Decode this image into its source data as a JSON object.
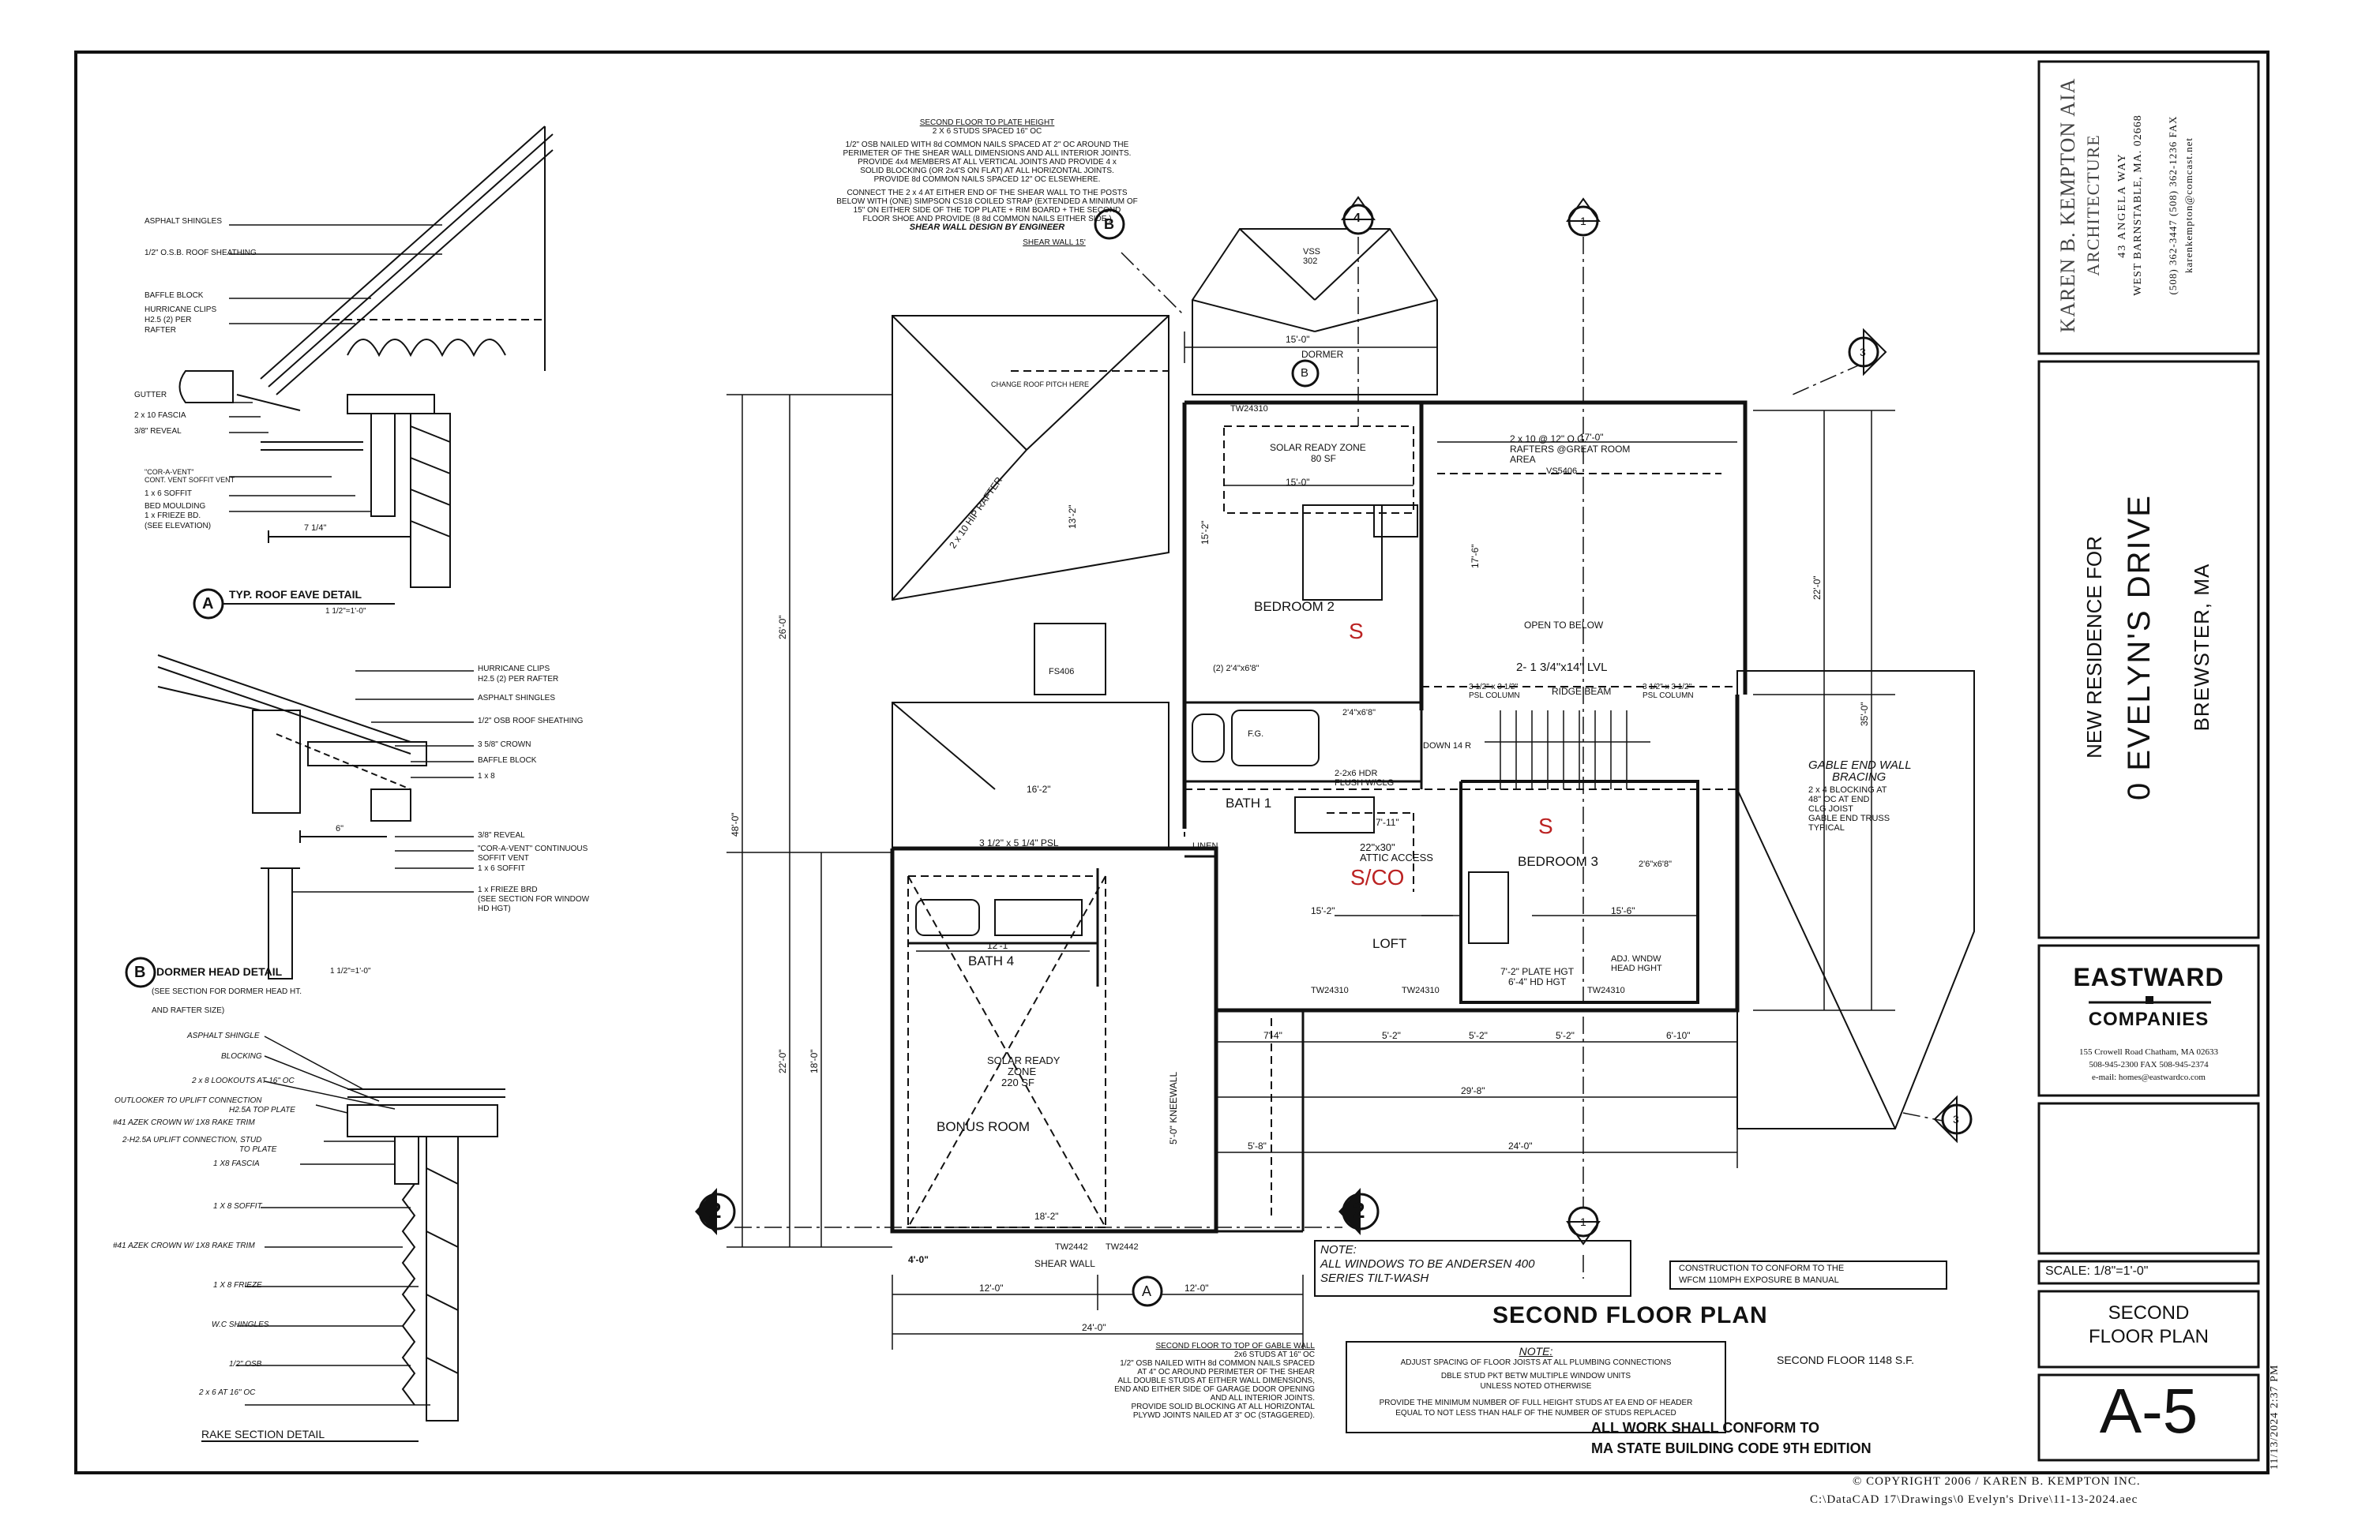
{
  "architect": {
    "name": "KAREN B. KEMPTON AIA",
    "firm": "ARCHITECTURE",
    "street": "43 ANGELA WAY",
    "city": "WEST BARNSTABLE, MA. 02668",
    "phone": "(508) 362-3447 (508) 362-1236 FAX",
    "email": "karenkempton@comcast.net"
  },
  "project": {
    "line1": "NEW RESIDENCE FOR",
    "line2": "0 EVELYN'S DRIVE",
    "line3": "BREWSTER, MA"
  },
  "builder": {
    "name1": "EASTWARD",
    "name2": "COMPANIES",
    "address": "155 Crowell Road  Chatham, MA 02633",
    "phone": "508-945-2300      FAX 508-945-2374",
    "email": "e-mail: homes@eastwardco.com"
  },
  "scale": "SCALE:  1/8\"=1'-0\"",
  "sheet_title": [
    "SECOND",
    "FLOOR PLAN"
  ],
  "sheet_number": "A-5",
  "date_stamp": "11/13/2024 2:37 PM",
  "footer": {
    "copyright": "© COPYRIGHT  2006 / KAREN B. KEMPTON INC.",
    "path": "C:\\DataCAD 17\\Drawings\\0 Evelyn's Drive\\11-13-2024.aec"
  },
  "plan": {
    "title": "SECOND FLOOR PLAN",
    "area": "SECOND FLOOR 1148 S.F.",
    "code1": "ALL WORK SHALL CONFORM TO",
    "code2": "MA STATE BUILDING CODE 9TH EDITION",
    "windows_note": [
      "NOTE:",
      "ALL WINDOWS TO BE ANDERSEN 400",
      "SERIES TILT-WASH"
    ],
    "wind_note": [
      "CONSTRUCTION TO CONFORM TO THE",
      "WFCM 110MPH EXPOSURE B MANUAL"
    ],
    "general_note": [
      "NOTE:",
      "ADJUST SPACING OF FLOOR JOISTS AT ALL PLUMBING CONNECTIONS",
      "DBLE STUD PKT BETW MULTIPLE WINDOW UNITS",
      "UNLESS NOTED OTHERWISE",
      "PROVIDE THE MINIMUM NUMBER OF FULL HEIGHT STUDS AT EA END OF HEADER",
      "EQUAL TO NOT LESS THAN HALF OF THE NUMBER OF STUDS REPLACED"
    ],
    "shear_top": [
      "SECOND FLOOR TO PLATE HEIGHT",
      "2 X 6 STUDS SPACED 16\" OC",
      "1/2\" OSB NAILED WITH 8d COMMON NAILS SPACED AT 2\" OC AROUND THE",
      "PERIMETER OF THE SHEAR WALL DIMENSIONS AND ALL INTERIOR JOINTS.",
      "PROVIDE 4x4 MEMBERS AT ALL VERTICAL JOINTS AND PROVIDE 4 x",
      "SOLID BLOCKING (OR 2x4'S ON FLAT) AT ALL HORIZONTAL JOINTS.",
      "PROVIDE 8d COMMON NAILS SPACED 12\" OC ELSEWHERE.",
      "CONNECT THE 2 x 4 AT EITHER END OF THE SHEAR WALL TO THE POSTS",
      "BELOW WITH (ONE) SIMPSON CS18 COILED STRAP (EXTENDED A MINIMUM OF",
      "15\" ON EITHER SIDE OF THE TOP PLATE + RIM BOARD + THE SECOND",
      "FLOOR SHOE AND PROVIDE (8 8d COMMON NAILS EITHER SIDE.)",
      "SHEAR WALL DESIGN BY ENGINEER",
      "SHEAR WALL 15'"
    ],
    "shear_bottom": [
      "SECOND FLOOR TO TOP OF GABLE WALL",
      "2x6 STUDS AT 16\" OC",
      "1/2\" OSB NAILED WITH 8d COMMON NAILS SPACED",
      "AT 4\" OC AROUND PERIMETER OF THE SHEAR",
      "ALL DOUBLE STUDS AT EITHER WALL DIMENSIONS,",
      "END AND EITHER SIDE OF GARAGE DOOR OPENING",
      "AND ALL INTERIOR JOINTS.",
      "PROVIDE SOLID BLOCKING AT ALL HORIZONTAL",
      "PLYWD JOINTS NAILED AT 3\" OC (STAGGERED)."
    ],
    "rooms": {
      "bedroom2": "BEDROOM 2",
      "bedroom3": "BEDROOM 3",
      "bath1": "BATH 1",
      "bath4": "BATH 4",
      "bonus": "BONUS ROOM",
      "loft": "LOFT",
      "linen": "LINEN",
      "attic": "ATTIC ACCESS",
      "attic_size": "22\"x30\"",
      "open_below": "OPEN TO BELOW",
      "dormer": "DORMER",
      "down": "DOWN 14 R"
    },
    "marks": {
      "s1": "S",
      "s2": "S",
      "sco": "S/CO"
    },
    "labels": {
      "solar1": [
        "SOLAR READY ZONE",
        "80 SF"
      ],
      "solar2": [
        "SOLAR READY",
        "ZONE",
        "220 SF"
      ],
      "rafters": [
        "2 x 10 @ 12\" O.C.",
        "RAFTERS @GREAT ROOM",
        "AREA"
      ],
      "lvl": "2- 1 3/4\"x14\" LVL",
      "ridge": "RIDGE BEAM",
      "psl1": "3 1/2\" x 3 1/2\"",
      "psl2": "PSL COLUMN",
      "psl_beam": "3 1/2\" x 5 1/4\" PSL",
      "hdr": [
        "2-2x6 HDR",
        "FLUSH W/CLG"
      ],
      "plate": [
        "7'-2\" PLATE HGT",
        "6'-4\" HD HGT"
      ],
      "adj": [
        "ADJ. WNDW",
        "HEAD HGHT"
      ],
      "gable": [
        "GABLE END WALL",
        "BRACING"
      ],
      "gable_note": [
        "2 x 4 BLOCKING AT",
        "48\" OC AT END",
        "CLG JOIST",
        "GABLE END TRUSS",
        "TYPICAL"
      ],
      "kneewall": "5'-0\" KNEEWALL",
      "change_roof": "CHANGE ROOF PITCH HERE",
      "hip_rafter": "2 x 10 HIP RAFTER",
      "shear_wall": "SHEAR WALL",
      "vss302": [
        "VSS",
        "302"
      ],
      "vs": "VS5406",
      "fs": "FS406",
      "fg": "F.G.",
      "dr1": "2'4\"x6'8\"",
      "dr2": "(2) 2'4\"x6'8\"",
      "dr3": "2'6\"x6'8\"",
      "tw1": "TW24310",
      "tw2": "TW2442"
    },
    "dims": {
      "d15a": "15'-0\"",
      "d15b": "15'-0\"",
      "d17": "17'-0\"",
      "d152": "15'-2\"",
      "d152b": "15'-2\"",
      "d156": "15'-6\"",
      "d162": "16'-2\"",
      "d711": "7'-11\"",
      "d121": "12'-1\"",
      "d182": "18'-2\"",
      "d74": "7'-4\"",
      "d52a": "5'-2\"",
      "d52b": "5'-2\"",
      "d52c": "5'-2\"",
      "d610": "6'-10\"",
      "d298": "29'-8\"",
      "d58": "5'-8\"",
      "d24a": "24'-0\"",
      "d12a": "12'-0\"",
      "d12b": "12'-0\"",
      "d24b": "24'-0\"",
      "d40": "4'-0\"",
      "d48": "48'-0\"",
      "d26": "26'-0\"",
      "d22a": "22'-0\"",
      "d22b": "22'-0\"",
      "d35": "35'-0\"",
      "d18": "18'-0\"",
      "d132": "13'-2\"",
      "d176": "17'-6\""
    },
    "callouts": {
      "a": "A",
      "b": "B",
      "b2": "B",
      "g2a": "2",
      "g2b": "2",
      "g1a": "1",
      "g1b": "1",
      "g3a": "3",
      "g3b": "3",
      "g4": "4"
    }
  },
  "details": {
    "eave": {
      "mark": "A",
      "title": "TYP. ROOF EAVE DETAIL",
      "scale": "1 1/2\"=1'-0\"",
      "dim": "7 1/4\"",
      "labels": [
        "ASPHALT SHINGLES",
        "1/2\" O.S.B. ROOF SHEATHING",
        "BAFFLE BLOCK",
        "HURRICANE CLIPS",
        "H2.5 (2) PER",
        "RAFTER",
        "GUTTER",
        "2 x 10 FASCIA",
        "3/8\" REVEAL",
        "\"COR-A-VENT\"",
        "CONT. VENT SOFFIT VENT",
        "1 x 6 SOFFIT",
        "BED MOULDING",
        "1 x    FRIEZE BD.",
        "(SEE ELEVATION)"
      ]
    },
    "dormer": {
      "mark": "B",
      "title": "DORMER HEAD DETAIL",
      "scale": "1 1/2\"=1'-0\"",
      "note1": "(SEE SECTION FOR DORMER HEAD HT.",
      "note2": "AND RAFTER SIZE)",
      "dim": "6\"",
      "labels": [
        "HURRICANE CLIPS",
        "H2.5 (2) PER RAFTER",
        "ASPHALT SHINGLES",
        "1/2\" OSB ROOF SHEATHING",
        "3 5/8\" CROWN",
        "BAFFLE BLOCK",
        "1 x 8",
        "3/8\" REVEAL",
        "\"COR-A-VENT\" CONTINUOUS",
        "SOFFIT VENT",
        "1 x 6 SOFFIT",
        "1 x   FRIEZE BRD",
        "(SEE SECTION FOR WINDOW",
        "HD HGT)"
      ]
    },
    "rake": {
      "title": "RAKE SECTION DETAIL",
      "labels": [
        "ASPHALT SHINGLE",
        "BLOCKING",
        "2 x 8 LOOKOUTS AT 16\" OC",
        "OUTLOOKER TO UPLIFT CONNECTION",
        "H2.5A TOP PLATE",
        "#41 AZEK CROWN W/ 1X8 RAKE TRIM",
        "2-H2.5A UPLIFT CONNECTION, STUD",
        "TO PLATE",
        "1 X8 FASCIA",
        "1 X 8 SOFFIT",
        "#41 AZEK CROWN W/ 1X8 RAKE TRIM",
        "1 X 8 FRIEZE",
        "W.C SHINGLES",
        "1/2\" OSB",
        "2 x 6 AT 16\" OC"
      ]
    }
  }
}
